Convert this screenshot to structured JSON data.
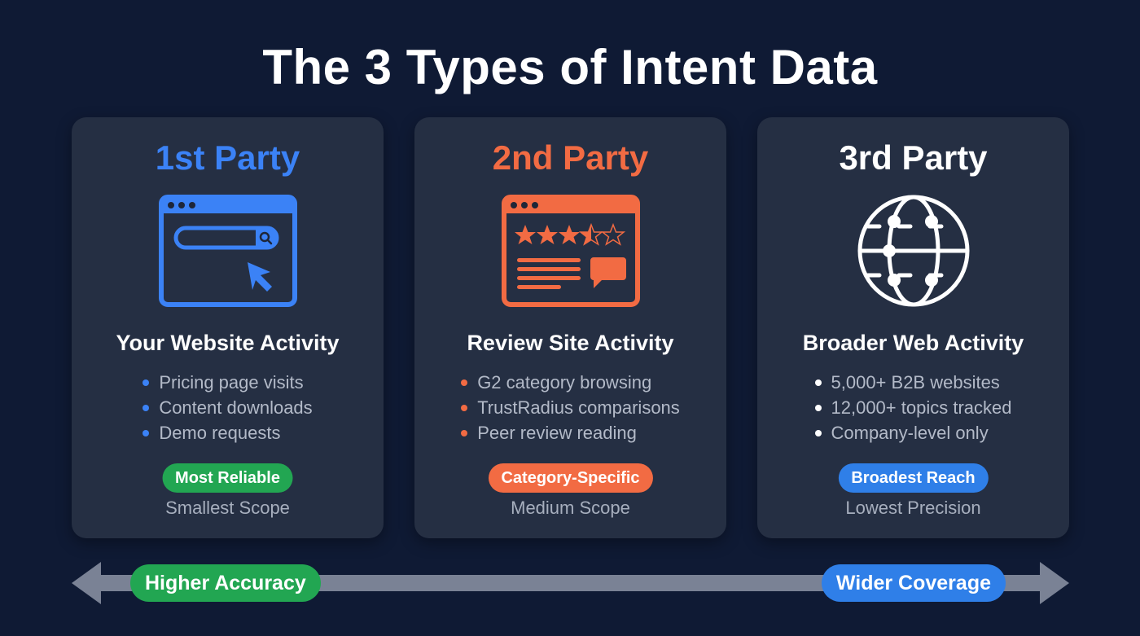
{
  "title": "The 3 Types of Intent Data",
  "colors": {
    "background": "#0f1a34",
    "card": "#252f43",
    "first_party": "#3b82f6",
    "second_party": "#f26b43",
    "third_party": "#ffffff",
    "green": "#22a652",
    "blue": "#2f7fe8",
    "arrow": "#7a8295",
    "bullet_text": "#b3bac8"
  },
  "cards": [
    {
      "title": "1st Party",
      "title_color": "#3b82f6",
      "icon": "browser-search-cursor-icon",
      "subtitle": "Your Website Activity",
      "bullet_color": "#3b82f6",
      "bullets": [
        "Pricing page visits",
        "Content downloads",
        "Demo requests"
      ],
      "badge": "Most Reliable",
      "badge_color": "#22a652",
      "scope": "Smallest Scope"
    },
    {
      "title": "2nd Party",
      "title_color": "#f26b43",
      "icon": "browser-review-stars-icon",
      "subtitle": "Review Site Activity",
      "bullet_color": "#f26b43",
      "bullets": [
        "G2 category browsing",
        "TrustRadius comparisons",
        "Peer review reading"
      ],
      "badge": "Category-Specific",
      "badge_color": "#f26b43",
      "scope": "Medium Scope"
    },
    {
      "title": "3rd Party",
      "title_color": "#ffffff",
      "icon": "globe-network-icon",
      "subtitle": "Broader Web Activity",
      "bullet_color": "#ffffff",
      "bullets": [
        "5,000+ B2B websites",
        "12,000+ topics tracked",
        "Company-level only"
      ],
      "badge": "Broadest Reach",
      "badge_color": "#2f7fe8",
      "scope": "Lowest Precision"
    }
  ],
  "axis": {
    "left_label": "Higher Accuracy",
    "right_label": "Wider Coverage"
  }
}
